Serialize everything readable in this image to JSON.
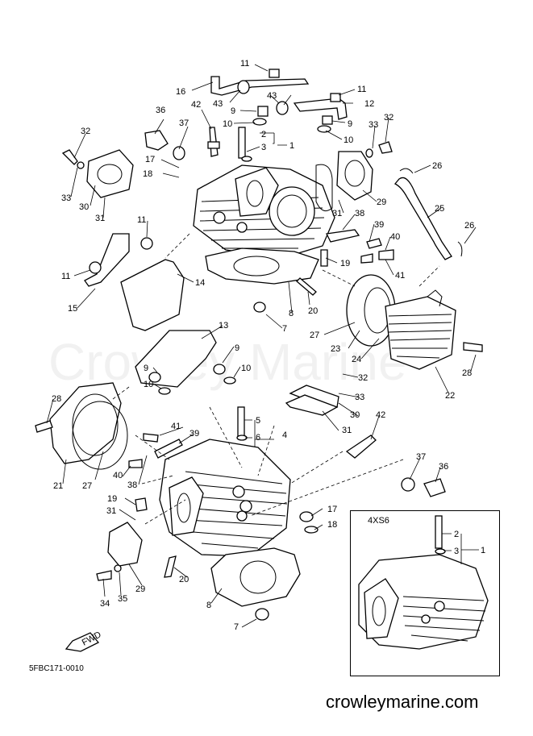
{
  "watermark": "Crowley Marine",
  "diagram_code": "5FBC171-0010",
  "website": "crowleymarine.com",
  "inset": {
    "title": "4XS6"
  },
  "fwd_label": "FWD",
  "callouts": {
    "c11a": "11",
    "c16": "16",
    "c43a": "43",
    "c9a": "9",
    "c10a": "10",
    "c42a": "42",
    "c37a": "37",
    "c36a": "36",
    "c2a": "2",
    "c3a": "3",
    "c1a": "1",
    "c11b": "11",
    "c12": "12",
    "c43b": "43",
    "c9b": "9",
    "c10b": "10",
    "c33a": "33",
    "c32a": "32",
    "c26a": "26",
    "c32b": "32",
    "c33b": "33",
    "c17a": "17",
    "c18a": "18",
    "c30a": "30",
    "c31a": "31",
    "c29": "29",
    "c31b": "31",
    "c25": "25",
    "c38a": "38",
    "c39a": "39",
    "c40a": "40",
    "c26b": "26",
    "c11c": "11",
    "c11d": "11",
    "c14": "14",
    "c15": "15",
    "c19a": "19",
    "c41a": "41",
    "c20a": "20",
    "c8a": "8",
    "c7a": "7",
    "c27a": "27",
    "c23": "23",
    "c24": "24",
    "c28a": "28",
    "c22": "22",
    "c13": "13",
    "c9c": "9",
    "c10c": "10",
    "c9d": "9",
    "c10d": "10",
    "c32c": "32",
    "c33c": "33",
    "c30b": "30",
    "c31c": "31",
    "c42b": "42",
    "c5": "5",
    "c6": "6",
    "c4": "4",
    "c28b": "28",
    "c41b": "41",
    "c39b": "39",
    "c40b": "40",
    "c38b": "38",
    "c21": "21",
    "c27b": "27",
    "c19b": "19",
    "c31d": "31",
    "c37b": "37",
    "c36b": "36",
    "c17b": "17",
    "c18b": "18",
    "c34": "34",
    "c35": "35",
    "c29b": "29",
    "c20b": "20",
    "c8b": "8",
    "c7b": "7",
    "c2b": "2",
    "c3b": "3",
    "c1b": "1"
  }
}
